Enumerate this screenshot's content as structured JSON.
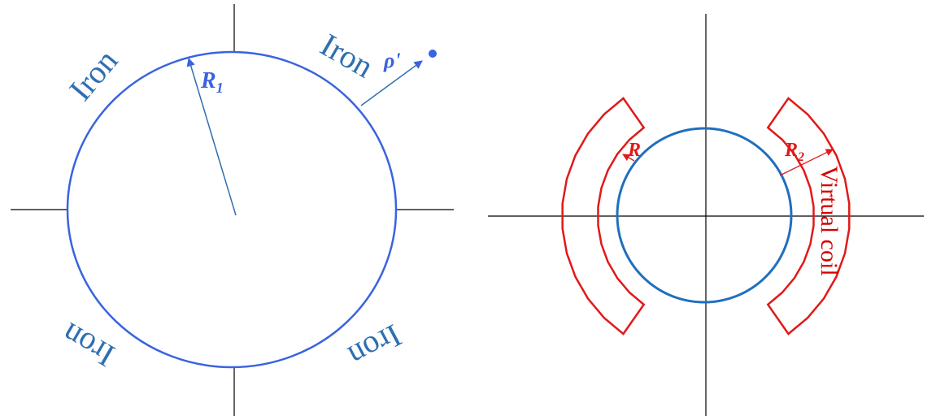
{
  "left_figure": {
    "iron_labels": [
      "Iron",
      "Iron",
      "Iron",
      "Iron"
    ],
    "radius_label": "R",
    "radius_subscript": "1",
    "point_label": "ρ'"
  },
  "right_figure": {
    "inner_radius_label": "R",
    "outer_radius_label": "R",
    "outer_radius_subscript": "2",
    "coil_label": "Virtual coil"
  },
  "colors": {
    "iron_circle": "#3a63e0",
    "iron_text": "#2e6fb0",
    "math_label": "#3a63e0",
    "coil": "#e11919",
    "coil_label_color": "#d60000",
    "inner_circle": "#1f6fbf",
    "axes": "#000000"
  }
}
